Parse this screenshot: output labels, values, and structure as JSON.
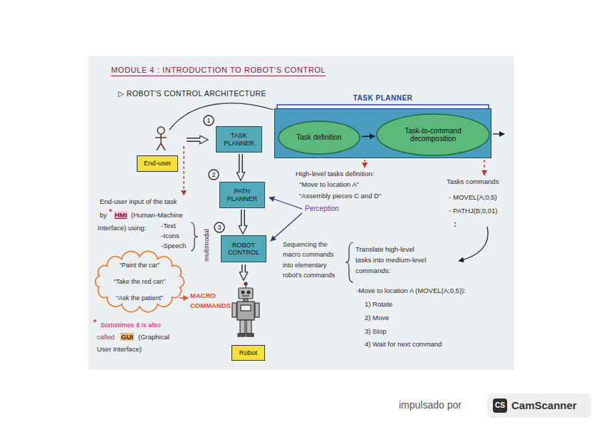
{
  "diagram": {
    "title": "MODULE 4 : INTRODUCTION TO ROBOT'S CONTROL",
    "nodes": [
      {
        "text": [
          "1"
        ]
      },
      {
        "text": [
          "TASK PLANNER"
        ]
      },
      {
        "text": [
          "TASK PLANNER"
        ]
      },
      {
        "text": [
          "Task definition"
        ],
        "in": 2
      },
      {
        "text": [
          "Task-to-command decomposition"
        ],
        "in": 2
      },
      {
        "text": [
          "End-user"
        ]
      },
      {
        "text": [
          "2"
        ]
      },
      {
        "text": [
          "PATH PLANNER"
        ]
      },
      {
        "text": [
          "3"
        ]
      },
      {
        "text": [
          "ROBOT CONTROL"
        ]
      },
      {
        "text": [
          "“Paint the car”",
          "“Take the red can”",
          "“Ask the patient”"
        ]
      },
      {
        "text": [
          "Robot"
        ]
      },
      {
        "text": [
          "CamScanner"
        ]
      },
      {
        "text": [
          "CS"
        ],
        "in": 12
      }
    ],
    "edges": [
      {
        "from": 1,
        "to": 7,
        "arrow": "to"
      },
      {
        "from": 7,
        "to": 9,
        "arrow": "to"
      },
      {
        "from": 3,
        "to": 4,
        "arrow": "to"
      }
    ],
    "labels": [
      "▷ ROBOT'S CONTROL ARCHITECTURE",
      "High-level tasks definition:",
      "“Move to location A”",
      "“Assembly pieces C and D”",
      "Perception",
      "Tasks commands",
      "◦ MOVEL(A;0,5)",
      "◦ PATHJ(B;0,01)",
      ":",
      "End-user input of the task",
      "by",
      "*",
      "HMI",
      "(Human-Machine",
      "Interface) using:",
      "-Text",
      "-Icons",
      "-Speech",
      "multimodal",
      "MACRO COMMANDS",
      "*",
      "Sometimes it is also",
      "called",
      "GUI",
      "(Graphical",
      "User Interface)",
      "Sequencing the macro commands into elementary robot's commands",
      "Translate high-level tasks into medium-level commands:",
      "◦Move to location A (MOVEL(A;0,5)):",
      "1) Rotate",
      "2) Move",
      "3) Stop",
      "4) Wait for next command",
      "impulsado por"
    ]
  }
}
